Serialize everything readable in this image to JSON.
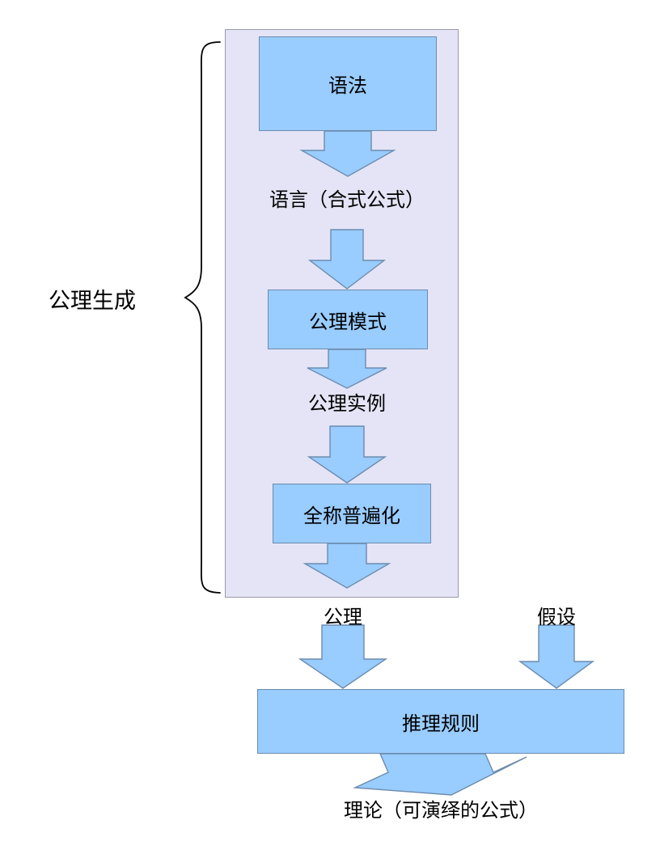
{
  "diagram": {
    "title": "axiom-generation-flow",
    "brace_label": "公理生成",
    "nodes": {
      "grammar": "语法",
      "language": "语言（合式公式）",
      "axiom_schema": "公理模式",
      "axiom_instance": "公理实例",
      "universal_generalization": "全称普遍化",
      "axiom": "公理",
      "hypothesis": "假设",
      "inference_rules": "推理规则",
      "theory": "理论（可演绎的公式）"
    },
    "colors": {
      "box_fill": "#99CCFF",
      "box_border": "#6B8CAE",
      "group_fill": "#E4E4F6",
      "group_border": "#9999AA",
      "text": "#000000"
    }
  }
}
